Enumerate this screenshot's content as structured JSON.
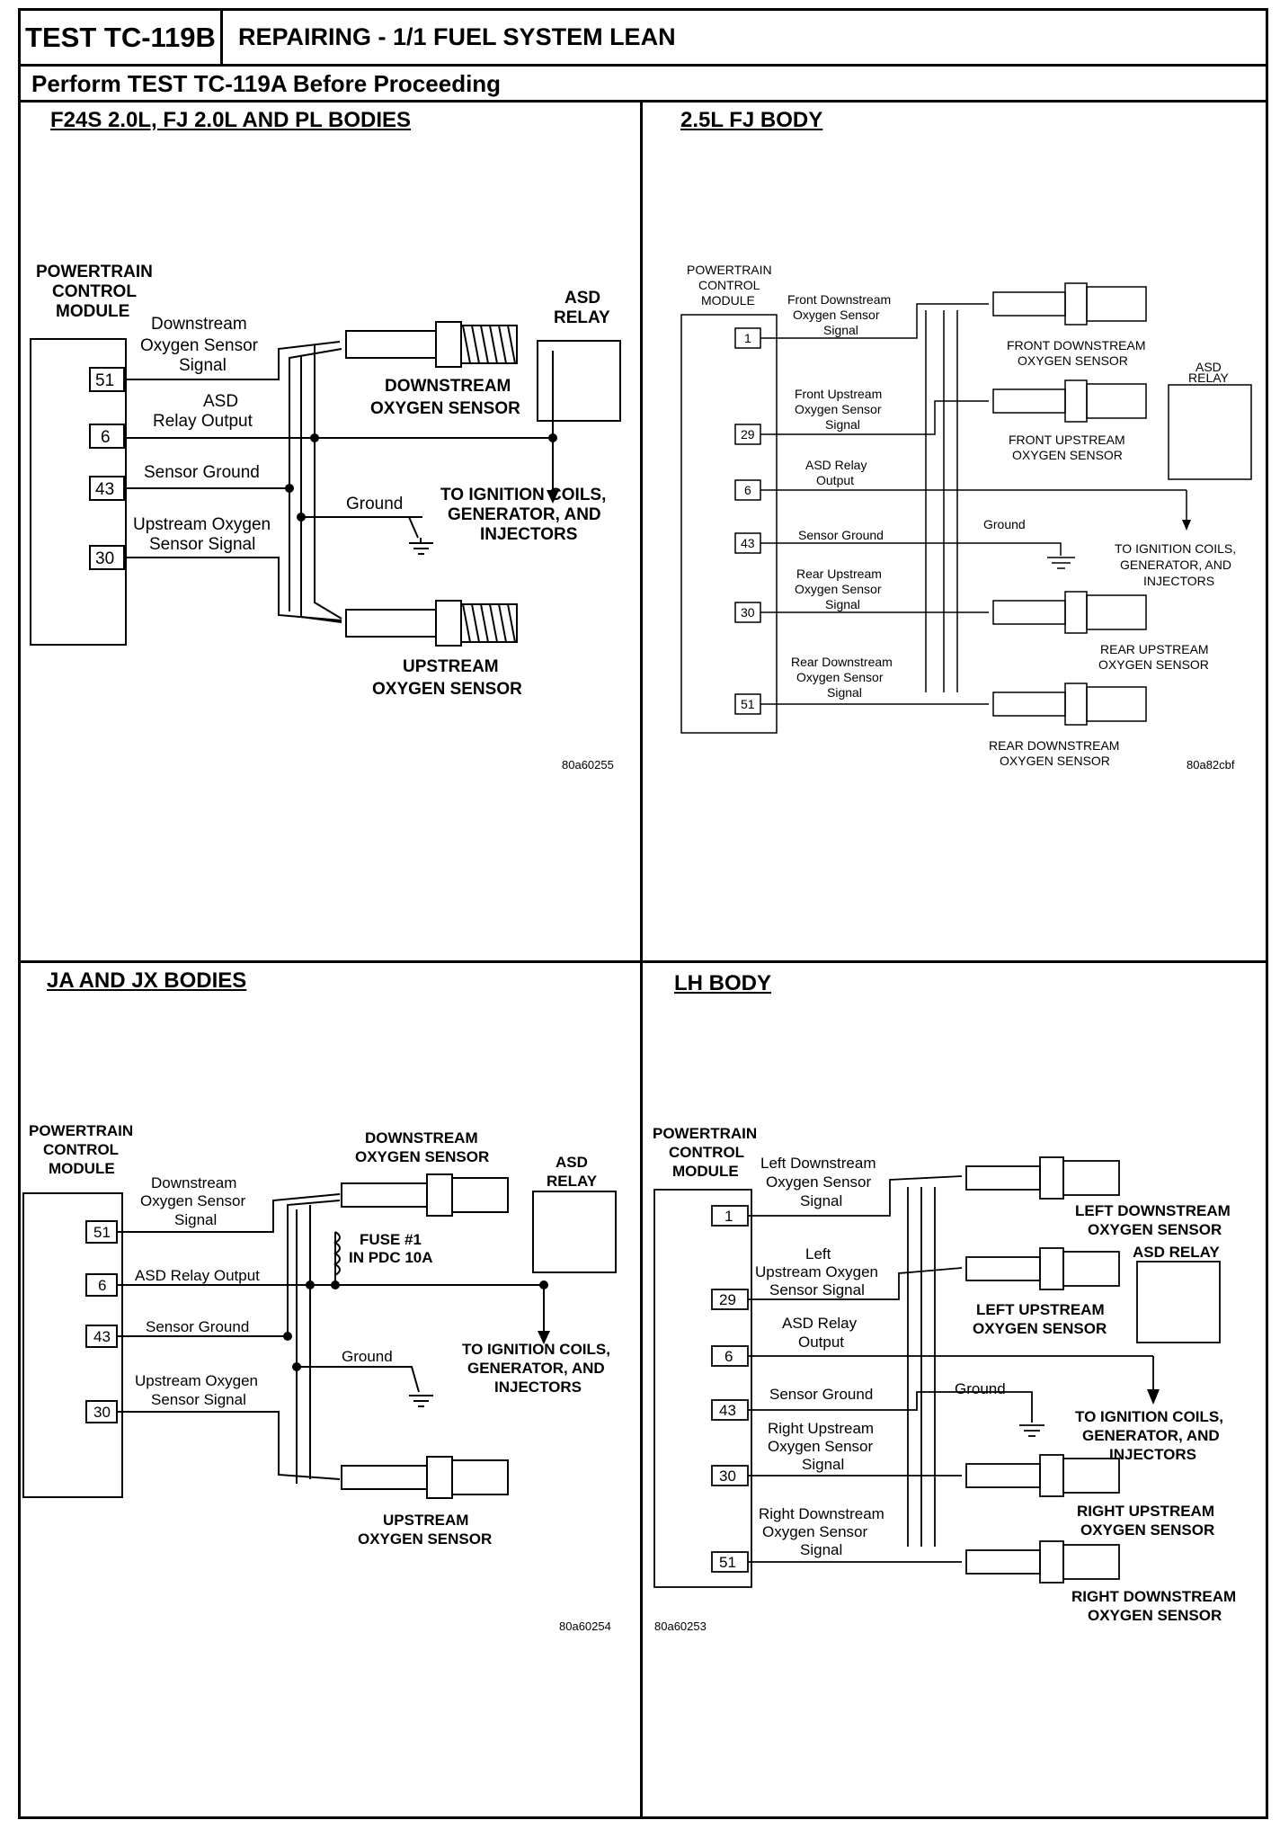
{
  "header": {
    "test_id": "TEST TC-119B",
    "title": "REPAIRING - 1/1 FUEL SYSTEM LEAN",
    "subtitle": "Perform TEST TC-119A Before Proceeding"
  },
  "quadrants": {
    "q1": {
      "title": "F24S 2.0L, FJ 2.0L AND PL BODIES",
      "pcm": [
        "POWERTRAIN",
        "CONTROL",
        "MODULE"
      ],
      "pins": [
        "51",
        "6",
        "43",
        "30"
      ],
      "wires": [
        [
          "Downstream",
          "Oxygen Sensor",
          "Signal"
        ],
        [
          "ASD",
          "Relay Output"
        ],
        [
          "Sensor Ground"
        ],
        [
          "Upstream Oxygen",
          "Sensor Signal"
        ]
      ],
      "ground": "Ground",
      "relay": [
        "ASD",
        "RELAY"
      ],
      "sensor_down": [
        "DOWNSTREAM",
        "OXYGEN SENSOR"
      ],
      "sensor_up": [
        "UPSTREAM",
        "OXYGEN SENSOR"
      ],
      "to_coils": [
        "TO IGNITION COILS,",
        "GENERATOR, AND",
        "INJECTORS"
      ],
      "figure_id": "80a60255"
    },
    "q2": {
      "title": "2.5L FJ BODY",
      "pcm": [
        "POWERTRAIN",
        "CONTROL",
        "MODULE"
      ],
      "pins": [
        "1",
        "29",
        "6",
        "43",
        "30",
        "51"
      ],
      "wires": [
        [
          "Front Downstream",
          "Oxygen Sensor",
          "Signal"
        ],
        [
          "Front Upstream",
          "Oxygen Sensor",
          "Signal"
        ],
        [
          "ASD Relay",
          "Output"
        ],
        [
          "Sensor Ground"
        ],
        [
          "Rear Upstream",
          "Oxygen Sensor",
          "Signal"
        ],
        [
          "Rear Downstream",
          "Oxygen Sensor",
          "Signal"
        ]
      ],
      "ground": "Ground",
      "relay": [
        "ASD",
        "RELAY"
      ],
      "sensors": [
        [
          "FRONT DOWNSTREAM",
          "OXYGEN SENSOR"
        ],
        [
          "FRONT UPSTREAM",
          "OXYGEN SENSOR"
        ],
        [
          "REAR UPSTREAM",
          "OXYGEN SENSOR"
        ],
        [
          "REAR DOWNSTREAM",
          "OXYGEN SENSOR"
        ]
      ],
      "to_coils": [
        "TO IGNITION COILS,",
        "GENERATOR, AND",
        "INJECTORS"
      ],
      "figure_id": "80a82cbf"
    },
    "q3": {
      "title": "JA AND JX BODIES",
      "pcm": [
        "POWERTRAIN",
        "CONTROL",
        "MODULE"
      ],
      "pins": [
        "51",
        "6",
        "43",
        "30"
      ],
      "wires": [
        [
          "Downstream",
          "Oxygen Sensor",
          "Signal"
        ],
        [
          "ASD Relay Output"
        ],
        [
          "Sensor Ground"
        ],
        [
          "Upstream Oxygen",
          "Sensor Signal"
        ]
      ],
      "ground": "Ground",
      "fuse": [
        "FUSE #1",
        "IN PDC 10A"
      ],
      "relay": [
        "ASD",
        "RELAY"
      ],
      "sensor_down": [
        "DOWNSTREAM",
        "OXYGEN SENSOR"
      ],
      "sensor_up": [
        "UPSTREAM",
        "OXYGEN SENSOR"
      ],
      "to_coils": [
        "TO IGNITION COILS,",
        "GENERATOR, AND",
        "INJECTORS"
      ],
      "figure_id": "80a60254"
    },
    "q4": {
      "title": "LH BODY",
      "pcm": [
        "POWERTRAIN",
        "CONTROL",
        "MODULE"
      ],
      "pins": [
        "1",
        "29",
        "6",
        "43",
        "30",
        "51"
      ],
      "wires": [
        [
          "Left Downstream",
          "Oxygen Sensor",
          "Signal"
        ],
        [
          "Left",
          "Upstream Oxygen",
          "Sensor Signal"
        ],
        [
          "ASD Relay",
          "Output"
        ],
        [
          "Sensor Ground"
        ],
        [
          "Right Upstream",
          "Oxygen Sensor",
          "Signal"
        ],
        [
          "Right Downstream",
          "Oxygen Sensor",
          "Signal"
        ]
      ],
      "ground": "Ground",
      "relay": [
        "ASD RELAY"
      ],
      "sensors": [
        [
          "LEFT DOWNSTREAM",
          "OXYGEN SENSOR"
        ],
        [
          "LEFT UPSTREAM",
          "OXYGEN SENSOR"
        ],
        [
          "RIGHT UPSTREAM",
          "OXYGEN SENSOR"
        ],
        [
          "RIGHT DOWNSTREAM",
          "OXYGEN SENSOR"
        ]
      ],
      "to_coils": [
        "TO IGNITION COILS,",
        "GENERATOR, AND",
        "INJECTORS"
      ],
      "figure_id": "80a60253"
    }
  }
}
